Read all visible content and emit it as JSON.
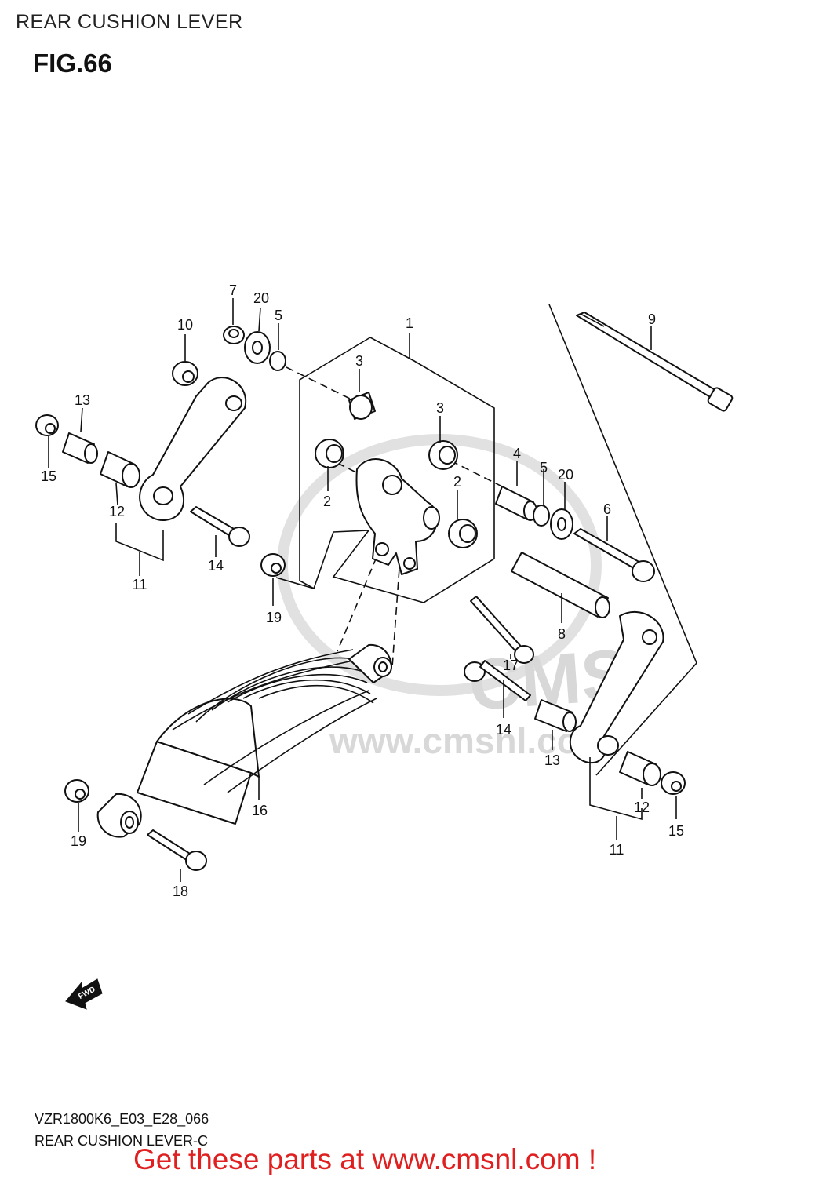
{
  "header": {
    "page_title": "REAR CUSHION LEVER",
    "fig_number": "FIG.66"
  },
  "diagram": {
    "callouts": [
      "1",
      "2",
      "2",
      "3",
      "3",
      "4",
      "5",
      "5",
      "6",
      "7",
      "8",
      "9",
      "10",
      "11",
      "11",
      "12",
      "12",
      "13",
      "13",
      "14",
      "14",
      "15",
      "15",
      "16",
      "17",
      "18",
      "19",
      "19",
      "20",
      "20"
    ],
    "fwd_label": "FWD",
    "watermark": {
      "logo": "CMS",
      "url": "www.cmsnl.com"
    }
  },
  "footer": {
    "model_code": "VZR1800K6_E03_E28_066",
    "subtitle": "REAR CUSHION LEVER-C",
    "promo": "Get these parts at www.cmsnl.com !",
    "promo_color": "#e02020"
  }
}
